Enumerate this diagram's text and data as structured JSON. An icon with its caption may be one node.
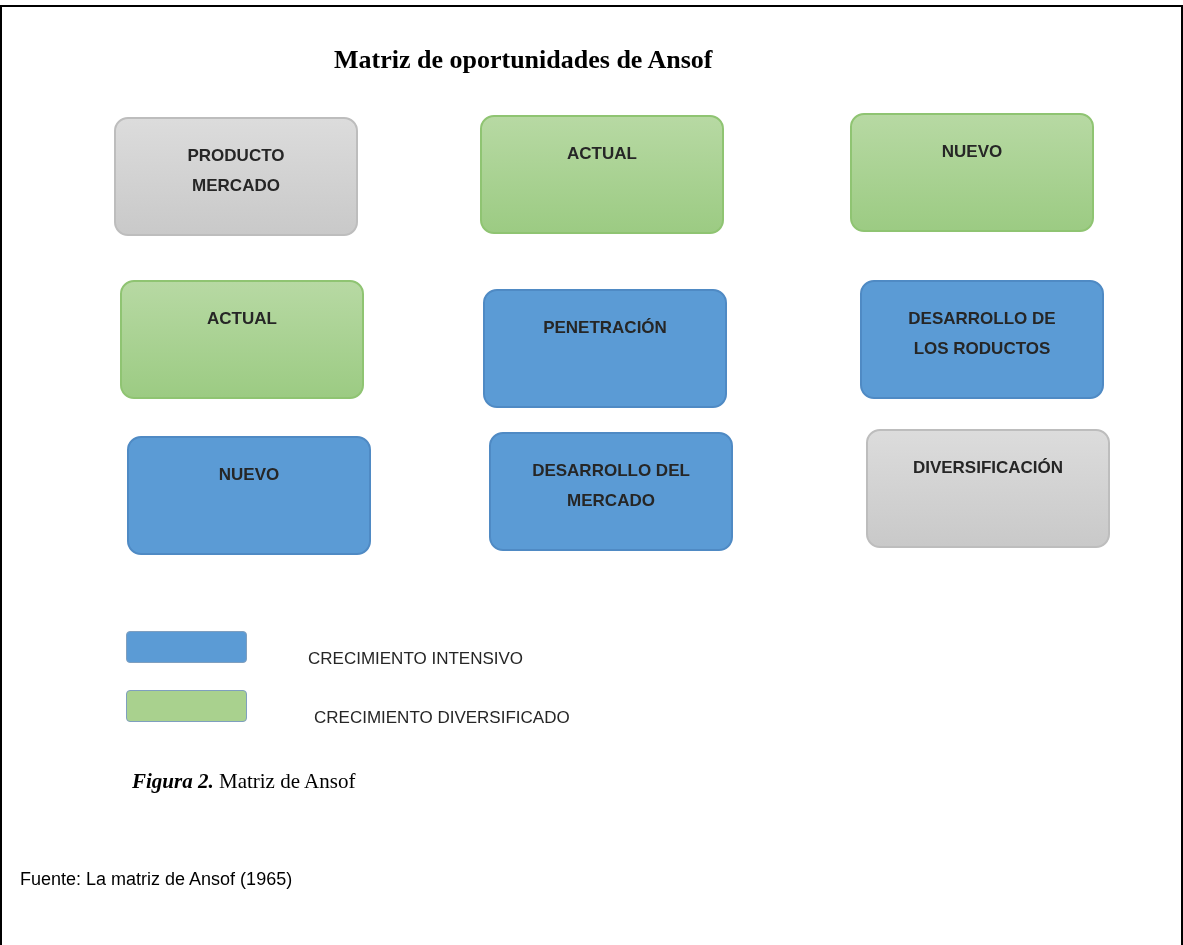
{
  "diagram": {
    "title": "Matriz de oportunidades de Ansof",
    "caption": "**Figura 2.** Matriz de Ansof",
    "nodes": [
      {
        "text": [
          "PRODUCTO MERCADO"
        ]
      },
      {
        "text": [
          "ACTUAL"
        ]
      },
      {
        "text": [
          "NUEVO"
        ]
      },
      {
        "text": [
          "ACTUAL"
        ]
      },
      {
        "text": [
          "PENETRACIÓN"
        ]
      },
      {
        "text": [
          "DESARROLLO DE LOS RODUCTOS"
        ]
      },
      {
        "text": [
          "NUEVO"
        ]
      },
      {
        "text": [
          "DESARROLLO DEL MERCADO"
        ]
      },
      {
        "text": [
          "DIVERSIFICACIÓN"
        ]
      }
    ],
    "edges": [],
    "labels": [
      "Fuente: La matriz de Ansof (1965)"
    ],
    "legend": [
      {
        "text": "CRECIMIENTO INTENSIVO",
        "color": "#5b9bd5"
      },
      {
        "text": "CRECIMIENTO DIVERSIFICADO",
        "color": "#a9d18e"
      }
    ]
  }
}
